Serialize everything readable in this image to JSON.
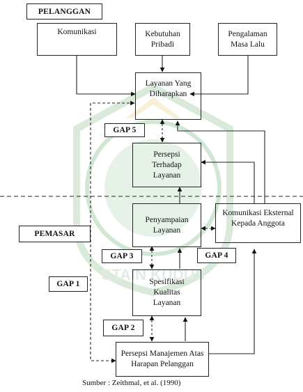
{
  "labels": {
    "pelanggan": "PELANGGAN",
    "pemasar": "PEMASAR",
    "gap1": "GAP 1",
    "gap2": "GAP 2",
    "gap3": "GAP 3",
    "gap4": "GAP 4",
    "gap5": "GAP 5"
  },
  "boxes": {
    "komunikasi": "Komunikasi",
    "kebutuhan": "Kebutuhan\nPribadi",
    "pengalaman": "Pengalaman\nMasa Lalu",
    "layanan_diharapkan": "Layanan Yang\nDiharapkan",
    "persepsi_layanan": "Persepsi\nTerhadap\nLayanan",
    "penyampaian": "Penyampaian\nLayanan",
    "komunikasi_eksternal": "Komunikasi Eksternal\nKepada Anggota",
    "spesifikasi": "Spesifikasi\nKualitas\nLayanan",
    "persepsi_manajemen": "Persepsi Manajemen Atas\nHarapan Pelanggan"
  },
  "source": "Sumber : Zeithmal, et al. (1990)"
}
